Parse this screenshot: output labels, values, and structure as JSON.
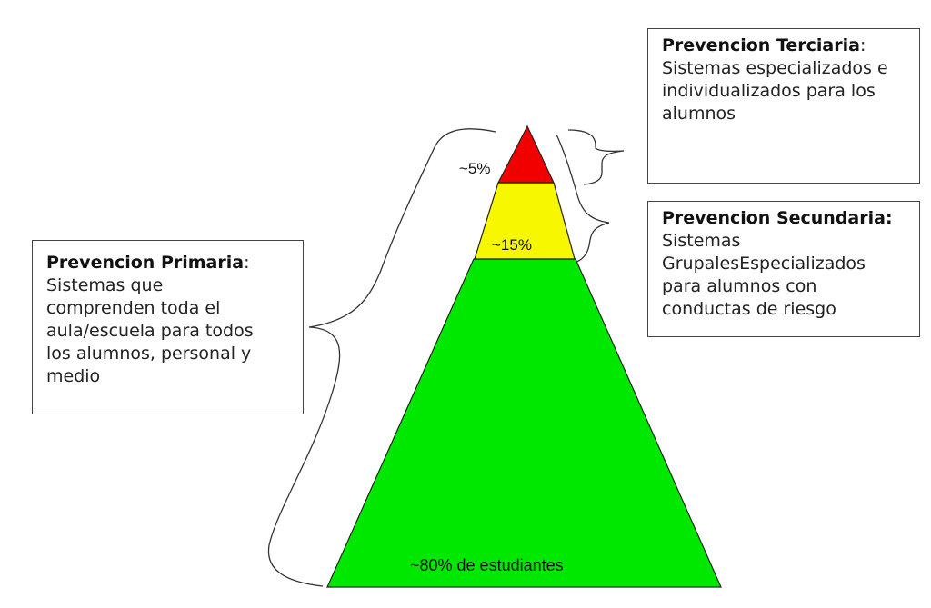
{
  "pyramid": {
    "tiers": [
      {
        "id": "tertiary",
        "label": "~5%",
        "color": "#f20000"
      },
      {
        "id": "secondary",
        "label": "~15%",
        "color": "#f7f700"
      },
      {
        "id": "primary",
        "label": "~80% de estudiantes",
        "color": "#00e800"
      }
    ],
    "outline_color": "#222222"
  },
  "boxes": {
    "terciaria": {
      "title": "Prevencion Terciaria",
      "separator": ":",
      "lines": [
        "Sistemas especializados e",
        "individualizados para los",
        "alumnos"
      ]
    },
    "secundaria": {
      "title": "Prevencion Secundaria:",
      "separator": "",
      "lines": [
        "Sistemas",
        "GrupalesEspecializados",
        "para alumnos con",
        "conductas de riesgo"
      ]
    },
    "primaria": {
      "title": "Prevencion Primaria",
      "separator": ":",
      "lines": [
        "Sistemas que",
        "comprenden toda el",
        "aula/escuela para todos",
        "los alumnos, personal y",
        "medio"
      ]
    }
  }
}
